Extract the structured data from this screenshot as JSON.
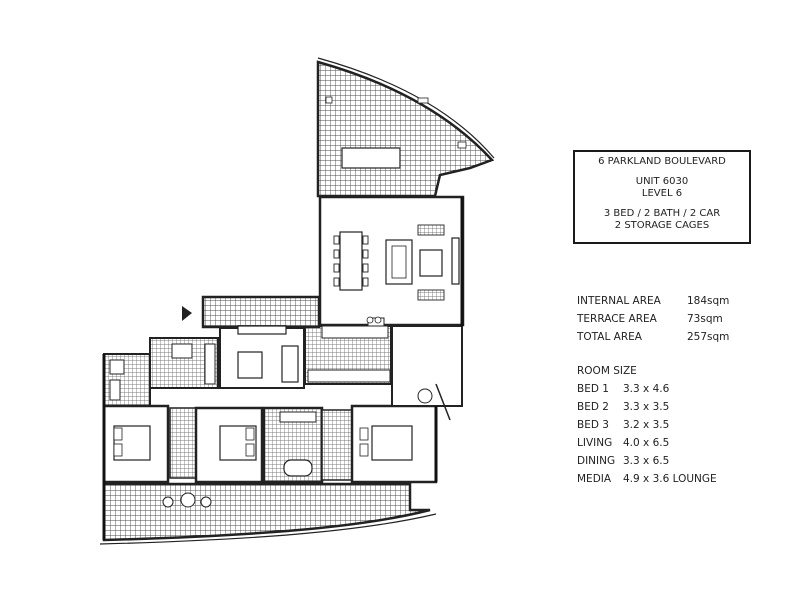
{
  "info": {
    "address": "6 PARKLAND BOULEVARD",
    "unit": "UNIT 6030",
    "level": "LEVEL 6",
    "config": "3 BED / 2 BATH / 2 CAR",
    "storage": "2 STORAGE CAGES"
  },
  "areas": [
    {
      "label": "INTERNAL AREA",
      "value": "184sqm"
    },
    {
      "label": "TERRACE AREA",
      "value": "73sqm"
    },
    {
      "label": "TOTAL AREA",
      "value": "257sqm"
    }
  ],
  "room_size_title": "ROOM SIZE",
  "rooms": [
    {
      "label": "BED 1",
      "value": "3.3 x 4.6"
    },
    {
      "label": "BED 2",
      "value": "3.3 x 3.5"
    },
    {
      "label": "BED 3",
      "value": "3.2 x 3.5"
    },
    {
      "label": "LIVING",
      "value": "4.0 x 6.5"
    },
    {
      "label": "DINING",
      "value": "3.3 x 6.5"
    },
    {
      "label": "MEDIA",
      "value": "4.9 x 3.6 LOUNGE"
    }
  ],
  "colors": {
    "line": "#2a2a2a",
    "tile": "#555555",
    "background": "#ffffff"
  }
}
